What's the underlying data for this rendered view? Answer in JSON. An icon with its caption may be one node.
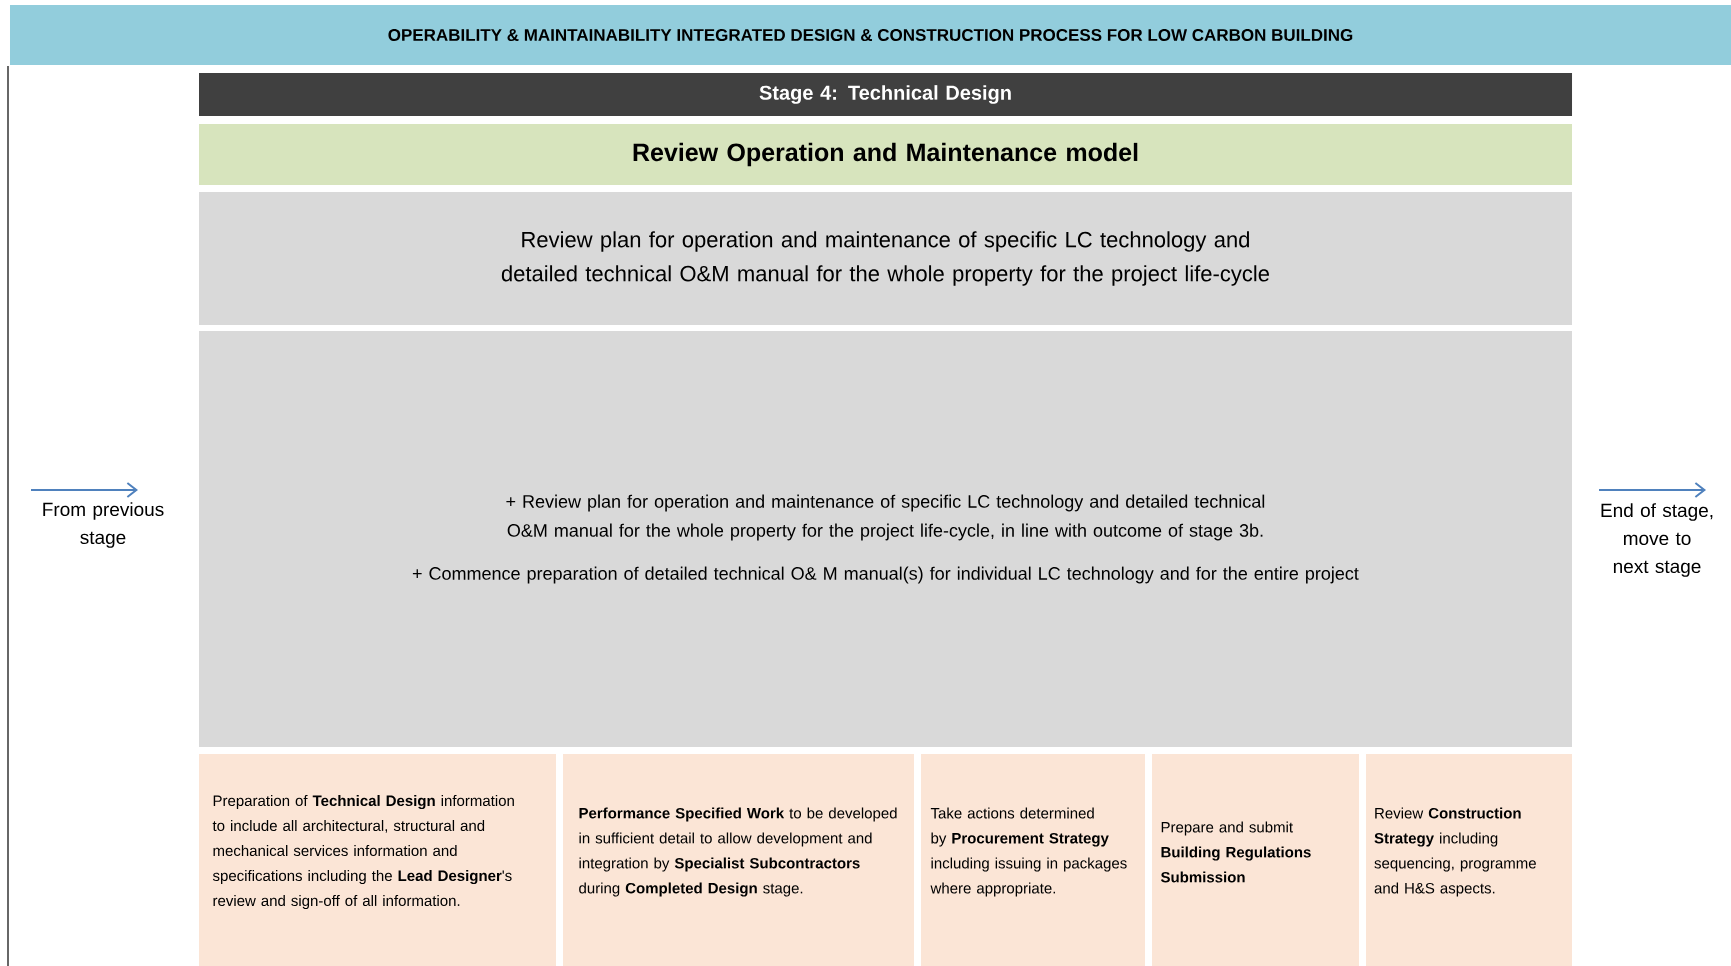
{
  "diagram": {
    "title": "OPERABILITY & MAINTAINABILITY INTEGRATED DESIGN & CONSTRUCTION PROCESS FOR LOW CARBON BUILDING",
    "nodes": [
      {
        "text": [
          "Stage 4: Technical Design"
        ]
      },
      {
        "text": [
          "Review Operation and Maintenance model"
        ]
      },
      {
        "text": [
          "Review plan for operation and maintenance of specific LC technology and detailed technical O&M manual for the whole property for the project life-cycle"
        ]
      },
      {
        "text": [
          "+ Review plan for operation and maintenance of specific LC technology and detailed technical O&M manual for the whole property for the project life-cycle, in line with outcome of stage 3b.",
          "+ Commence preparation of detailed technical O& M manual(s) for individual LC technology and for the entire project"
        ]
      },
      {
        "text": [
          "Preparation of **Technical Design** information to include all architectural, structural and mechanical services information and specifications including the **Lead Designer**'s review and sign-off of all information."
        ]
      },
      {
        "text": [
          "**Performance Specified Work** to be developed in sufficient detail to allow development and integration by **Specialist Subcontractors** during **Completed Design** stage."
        ]
      },
      {
        "text": [
          "Take actions determined by **Procurement Strategy** including issuing in packages where appropriate."
        ]
      },
      {
        "text": [
          "Prepare and submit **Building Regulations Submission**"
        ]
      },
      {
        "text": [
          "Review **Construction Strategy** including sequencing, programme and H&S aspects."
        ]
      }
    ],
    "labels": [
      "From previous stage",
      "End of stage, move to next stage"
    ]
  }
}
